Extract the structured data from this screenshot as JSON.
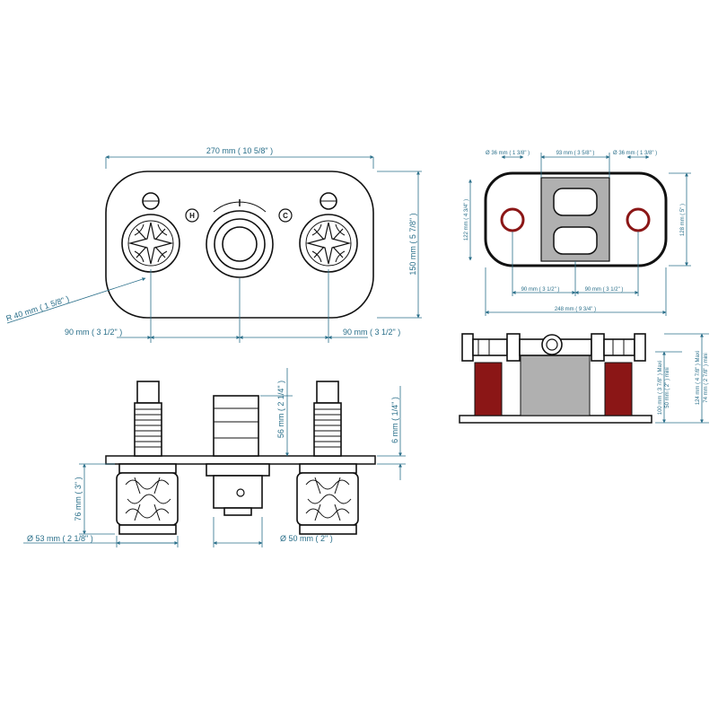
{
  "colors": {
    "dimension": "#2a6f8a",
    "outline": "#111111",
    "body_fill": "#b0b0b0",
    "valve_red": "#8b1616",
    "small_dim_red": "#c0392b"
  },
  "front_view": {
    "width": "270 mm ( 10 5/8\" )",
    "height": "150 mm ( 5 7/8\" )",
    "radius": "R 40 mm ( 1 5/8\" )",
    "spacing_left": "90 mm ( 3 1/2\" )",
    "spacing_right": "90 mm ( 3 1/2\" )",
    "hot_label": "H",
    "cold_label": "C"
  },
  "side_view": {
    "cartridge_height": "56 mm ( 2 1/4\" )",
    "plate_thickness": "6 mm ( 1/4\" )",
    "handle_height": "76 mm ( 3\" )",
    "handle_diameter": "Ø 53 mm ( 2 1/8\" )",
    "knob_diameter": "Ø 50 mm ( 2\" )"
  },
  "rough_top": {
    "left_hole": "Ø 36 mm ( 1 3/8\" )",
    "center_width": "93 mm ( 3 5/8\" )",
    "right_hole": "Ø 36 mm ( 1 3/8\" )",
    "left_height": "122 mm ( 4 3/4\" )",
    "right_height": "128 mm ( 5\" )",
    "spacing_left": "90 mm ( 3 1/2\" )",
    "spacing_right": "90 mm ( 3 1/2\" )",
    "total_width": "248 mm ( 9 3/4\" )"
  },
  "rough_side": {
    "depth_max": "100 mm ( 3 7/8\" ) Maxi",
    "depth_min": "50 mm ( 2\" ) mini",
    "overall_max": "124 mm ( 4 7/8\" ) Maxi",
    "overall_min": "74 mm ( 2 7/8\" ) mini"
  }
}
